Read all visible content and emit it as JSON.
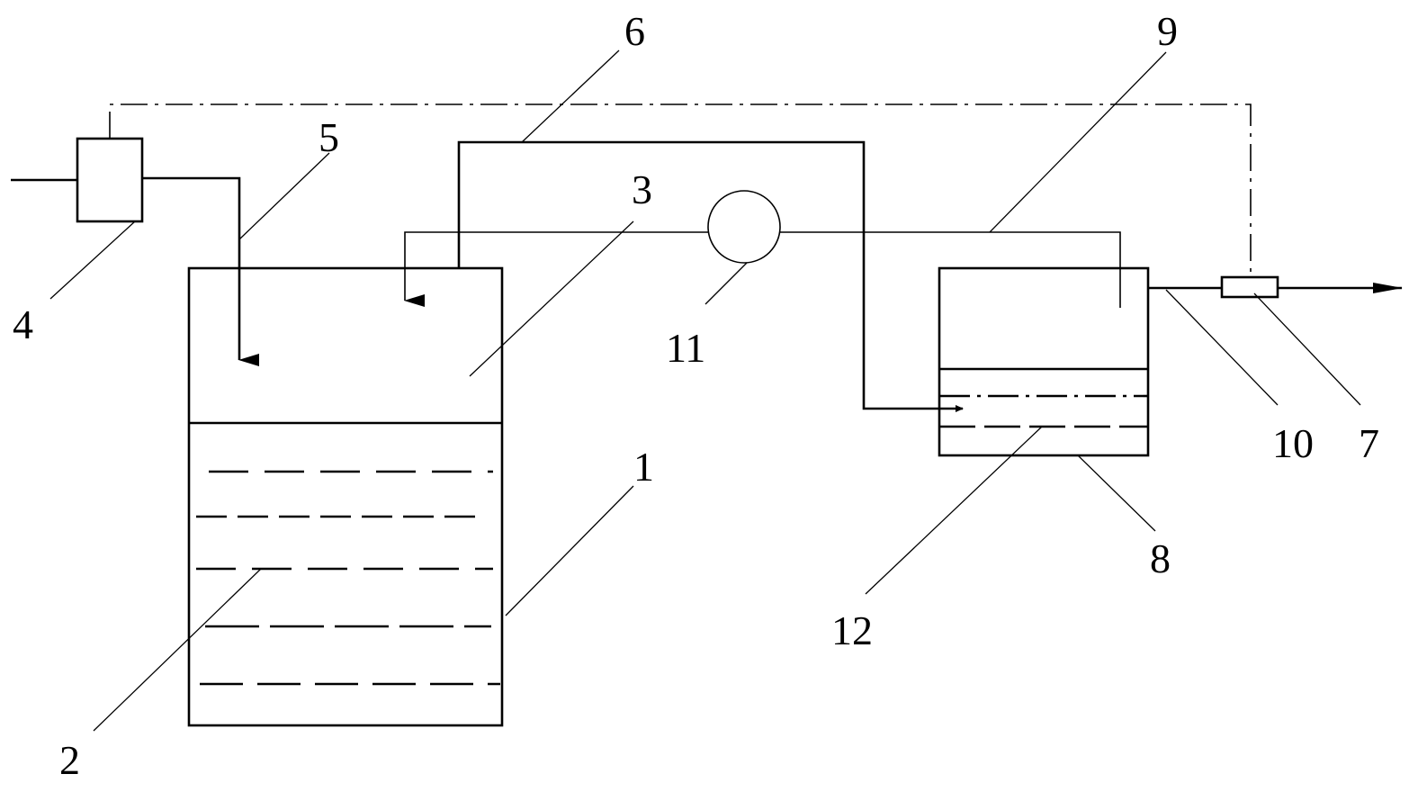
{
  "labels": {
    "l1": "1",
    "l2": "2",
    "l3": "3",
    "l4": "4",
    "l5": "5",
    "l6": "6",
    "l7": "7",
    "l8": "8",
    "l9": "9",
    "l10": "10",
    "l11": "11",
    "l12": "12"
  },
  "colors": {
    "line": "#000000",
    "background": "#ffffff"
  }
}
